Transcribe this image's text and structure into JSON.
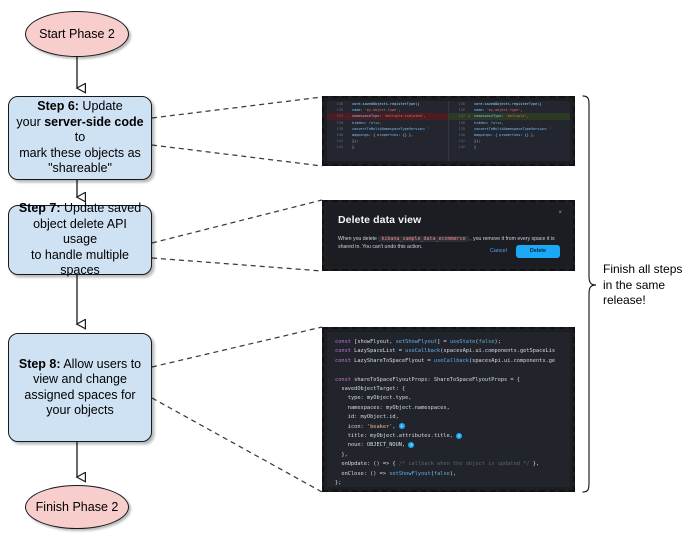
{
  "flow": {
    "start_node": {
      "label": "Start Phase 2"
    },
    "end_node": {
      "label": "Finish Phase 2"
    },
    "steps": [
      {
        "id": "step-6",
        "bold": "Step 6:",
        "text_line1": " Update",
        "text_line2_pre": "your ",
        "text_line2_bold": "server-side code",
        "text_line2_post": " to",
        "text_line3": "mark these objects as",
        "text_line4": "\"shareable\""
      },
      {
        "id": "step-7",
        "bold": "Step 7:",
        "text_line1": " Update saved",
        "text_line2": "object delete API usage",
        "text_line3": "to handle multiple spaces"
      },
      {
        "id": "step-8",
        "bold": "Step 8:",
        "text_line1": " Allow users to",
        "text_line2": "view and change",
        "text_line3": "assigned spaces for",
        "text_line4": "your objects"
      }
    ]
  },
  "note": {
    "line1": "Finish all steps",
    "line2": "in the same",
    "line3": "release!"
  },
  "screenshot_code_diff": {
    "left": [
      {
        "num": "136",
        "mark": "",
        "text": "core.savedObjects.registerType({",
        "type": "ctx"
      },
      {
        "num": "136",
        "mark": "",
        "text": "  name: 'my-object-type',",
        "type": "ctx"
      },
      {
        "num": "137",
        "mark": "-",
        "text": "  namespaceType: 'multiple-isolated',",
        "type": "del"
      },
      {
        "num": "138",
        "mark": "",
        "text": "  hidden: false,",
        "type": "ctx"
      },
      {
        "num": "139",
        "mark": "",
        "text": "  convertToMultiNamespaceTypeVersion: '",
        "type": "ctx"
      },
      {
        "num": "140",
        "mark": "",
        "text": "  mappings: { properties: {} },",
        "type": "ctx"
      },
      {
        "num": "141",
        "mark": "",
        "text": "});",
        "type": "ctx"
      },
      {
        "num": "142",
        "mark": "",
        "text": "}",
        "type": "ctx"
      }
    ],
    "right": [
      {
        "num": "136",
        "mark": "",
        "text": "core.savedObjects.registerType({",
        "type": "ctx"
      },
      {
        "num": "136",
        "mark": "",
        "text": "  name: 'my-object-type',",
        "type": "ctx"
      },
      {
        "num": "137",
        "mark": "+",
        "text": "  namespaceType: 'multiple',",
        "type": "add"
      },
      {
        "num": "138",
        "mark": "",
        "text": "  hidden: false,",
        "type": "ctx"
      },
      {
        "num": "139",
        "mark": "",
        "text": "  convertToMultiNamespaceTypeVersion: '",
        "type": "ctx"
      },
      {
        "num": "140",
        "mark": "",
        "text": "  mappings: { properties: {} },",
        "type": "ctx"
      },
      {
        "num": "141",
        "mark": "",
        "text": "});",
        "type": "ctx"
      },
      {
        "num": "142",
        "mark": "",
        "text": "}",
        "type": "ctx"
      }
    ]
  },
  "screenshot_dialog": {
    "title": "Delete data view",
    "close_label": "×",
    "body_pre": "When you delete ",
    "body_code": "kibana_sample_data_ecommerce",
    "body_post": " , you remove it from every space it is shared in. You can't undo this action.",
    "cancel_label": "Cancel",
    "delete_label": "Delete",
    "accent_color": "#1ba9f5"
  },
  "screenshot_react_code": {
    "lines": [
      "const [showFlyout, setShowFlyout] = useState(false);",
      "const LazySpaceList = useCallback(spacesApi.ui.components.getSpaceLis",
      "const LazyShareToSpaceFlyout = useCallback(spacesApi.ui.components.ge",
      "",
      "const shareToSpaceFlyoutProps: ShareToSpaceFlyoutProps = {",
      "  savedObjectTarget: {",
      "    type: myObject.type,",
      "    namespaces: myObject.namespaces,",
      "    id: myObject.id,",
      "    icon: 'beaker',",
      "    title: myObject.attributes.title,",
      "    noun: OBJECT_NOUN,",
      "  },",
      "  onUpdate: () => { /* callback when the object is updated */ },",
      "  onClose: () => setShowFlyout(false),",
      "};"
    ],
    "callout_markers": [
      "1",
      "2",
      "3"
    ]
  }
}
